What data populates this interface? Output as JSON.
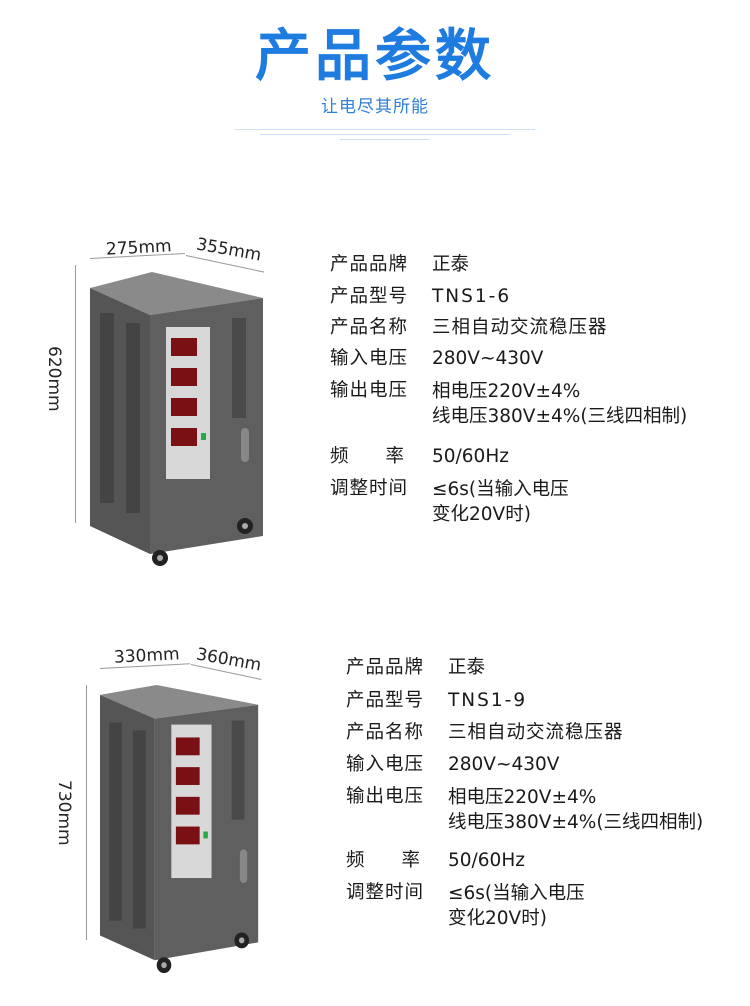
{
  "header": {
    "title": "产品参数",
    "subtitle": "让电尽其所能"
  },
  "colors": {
    "accent": "#1e7be0",
    "cabinet": "#5c5c5c",
    "panel": "#d9d9d9",
    "display": "#7a0f14"
  },
  "products": [
    {
      "dimensions": {
        "width": "275mm",
        "depth": "355mm",
        "height": "620mm"
      },
      "specs": [
        {
          "label": "产品品牌",
          "value": [
            "正泰"
          ]
        },
        {
          "label": "产品型号",
          "value": [
            "TNS1-6"
          ]
        },
        {
          "label": "产品名称",
          "value": [
            "三相自动交流稳压器"
          ]
        },
        {
          "label": "输入电压",
          "value": [
            "280V~430V"
          ]
        },
        {
          "label": "输出电压",
          "value": [
            "相电压220V±4%",
            "线电压380V±4%(三线四相制)"
          ]
        },
        {
          "label": "频　　率",
          "value": [
            "50/60Hz"
          ]
        },
        {
          "label": "调整时间",
          "value": [
            "≤6s(当输入电压",
            "变化20V时)"
          ]
        }
      ]
    },
    {
      "dimensions": {
        "width": "330mm",
        "depth": "360mm",
        "height": "730mm"
      },
      "specs": [
        {
          "label": "产品品牌",
          "value": [
            "正泰"
          ]
        },
        {
          "label": "产品型号",
          "value": [
            "TNS1-9"
          ]
        },
        {
          "label": "产品名称",
          "value": [
            "三相自动交流稳压器"
          ]
        },
        {
          "label": "输入电压",
          "value": [
            "280V~430V"
          ]
        },
        {
          "label": "输出电压",
          "value": [
            "相电压220V±4%",
            "线电压380V±4%(三线四相制)"
          ]
        },
        {
          "label": "频　　率",
          "value": [
            "50/60Hz"
          ]
        },
        {
          "label": "调整时间",
          "value": [
            "≤6s(当输入电压",
            "变化20V时)"
          ]
        }
      ]
    }
  ]
}
